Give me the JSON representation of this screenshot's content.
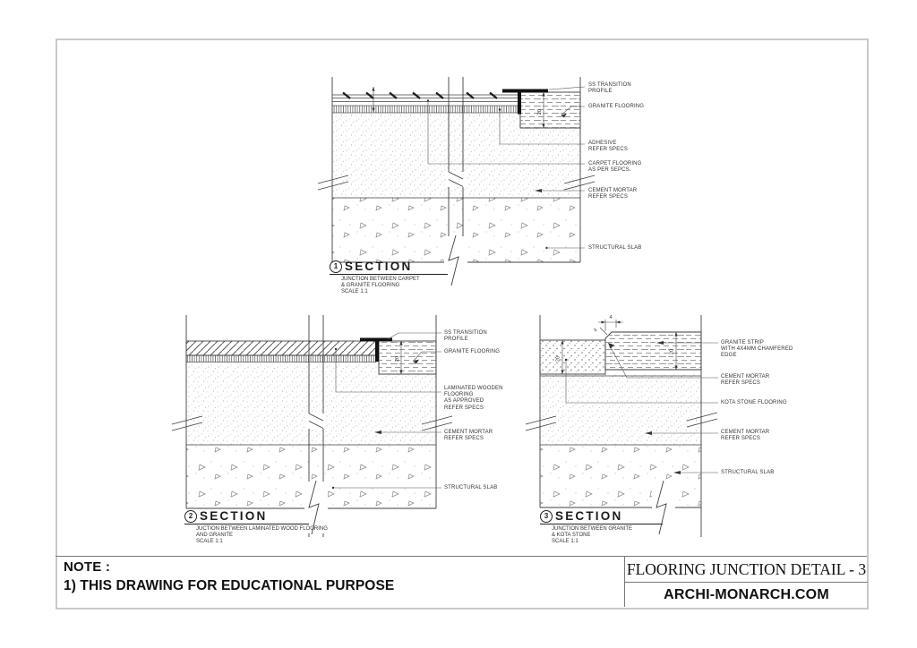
{
  "sheet": {
    "note_heading": "NOTE :",
    "note_body": "1) THIS DRAWING FOR EDUCATIONAL PURPOSE",
    "title": "FLOORING JUNCTION DETAIL - 3",
    "website": "ARCHI-MONARCH.COM"
  },
  "sections": [
    {
      "number": "1",
      "heading": "SECTION",
      "subtitle": "JUNCTION BETWEEN CARPET\n& GRANITE  FLOORING",
      "scale": "SCALE 1:1",
      "labels": [
        {
          "text": "SS TRANSITION\nPROFILE"
        },
        {
          "text": "GRANITE FLOORING"
        },
        {
          "text": "ADHESIVE\nREFER SPECS"
        },
        {
          "text": "CARPET FLOORING\nAS PER SEPCS."
        },
        {
          "text": "CEMENT MORTAR\nREFER SPECS"
        },
        {
          "text": "STRUCTURAL SLAB"
        }
      ],
      "dims": {
        "granite": "20"
      }
    },
    {
      "number": "2",
      "heading": "SECTION",
      "subtitle": "JUCTION BETWEEN LAMINATED WOOD FLOORING\nAND GRANITE",
      "scale": "SCALE 1:1",
      "labels": [
        {
          "text": "SS TRANSITION\nPROFILE"
        },
        {
          "text": "GRANITE FLOORING"
        },
        {
          "text": "LAMINATED WOODEN\nFLOORING\nAS APPROVED\nREFER SPECS"
        },
        {
          "text": "CEMENT MORTAR\nREFER SPECS"
        },
        {
          "text": "STRUCTURAL SLAB"
        }
      ],
      "dims": {
        "granite": "20"
      }
    },
    {
      "number": "3",
      "heading": "SECTION",
      "subtitle": "JUNCTION BETWEEN GRANITE\n& KOTA STONE",
      "scale": "SCALE 1:1",
      "labels": [
        {
          "text": "GRANITE STRIP\nWITH 4X4MM CHAMFERED\nEDGE"
        },
        {
          "text": "CEMENT MORTAR\nREFER SPECS"
        },
        {
          "text": "KOTA STONE FLOORING"
        },
        {
          "text": "CEMENT MORTAR\nREFER SPECS"
        },
        {
          "text": "STRUCTURAL SLAB"
        }
      ],
      "dims": {
        "kota": "20",
        "granite": "20",
        "chamfer_w": "4",
        "chamfer_h": "4"
      }
    }
  ]
}
